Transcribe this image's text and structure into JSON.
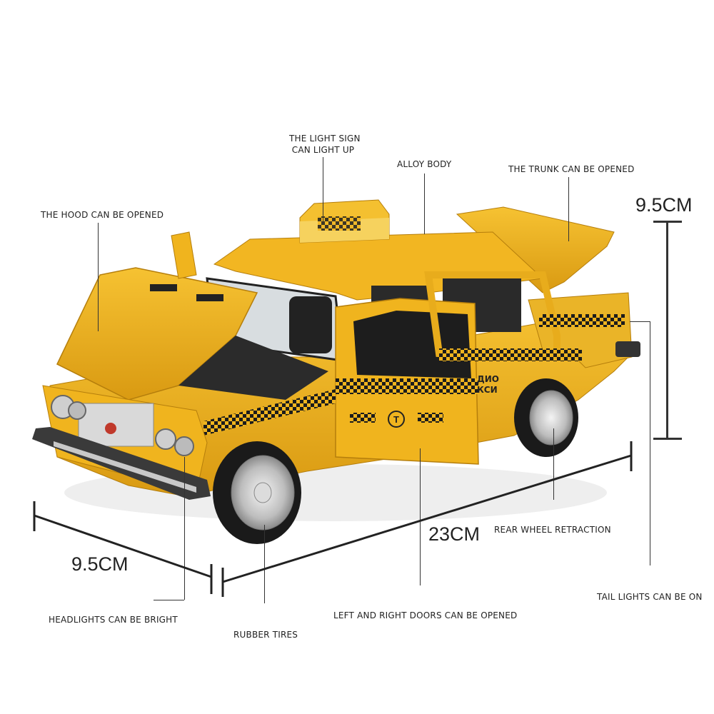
{
  "labels": {
    "light_sign_line1": "THE LIGHT SIGN",
    "light_sign_line2": "CAN LIGHT UP",
    "alloy_body": "ALLOY BODY",
    "trunk": "THE TRUNK CAN BE OPENED",
    "hood": "THE HOOD CAN BE OPENED",
    "rear_wheel": "REAR WHEEL RETRACTION",
    "tail_lights": "TAIL LIGHTS CAN BE ON",
    "headlights": "HEADLIGHTS CAN BE BRIGHT",
    "rubber_tires": "RUBBER TIRES",
    "doors": "LEFT AND RIGHT DOORS CAN BE OPENED"
  },
  "dimensions": {
    "height": "9.5CM",
    "width": "9.5CM",
    "length": "23CM"
  },
  "car_markings": {
    "door_text_line1": "ДИО",
    "door_text_line2": "КСИ",
    "door_logo": "T"
  },
  "colors": {
    "body": "#f0b41e",
    "body_shadow": "#c98c10",
    "checker": "#1c1c1c",
    "chrome": "#c8c8c8"
  }
}
